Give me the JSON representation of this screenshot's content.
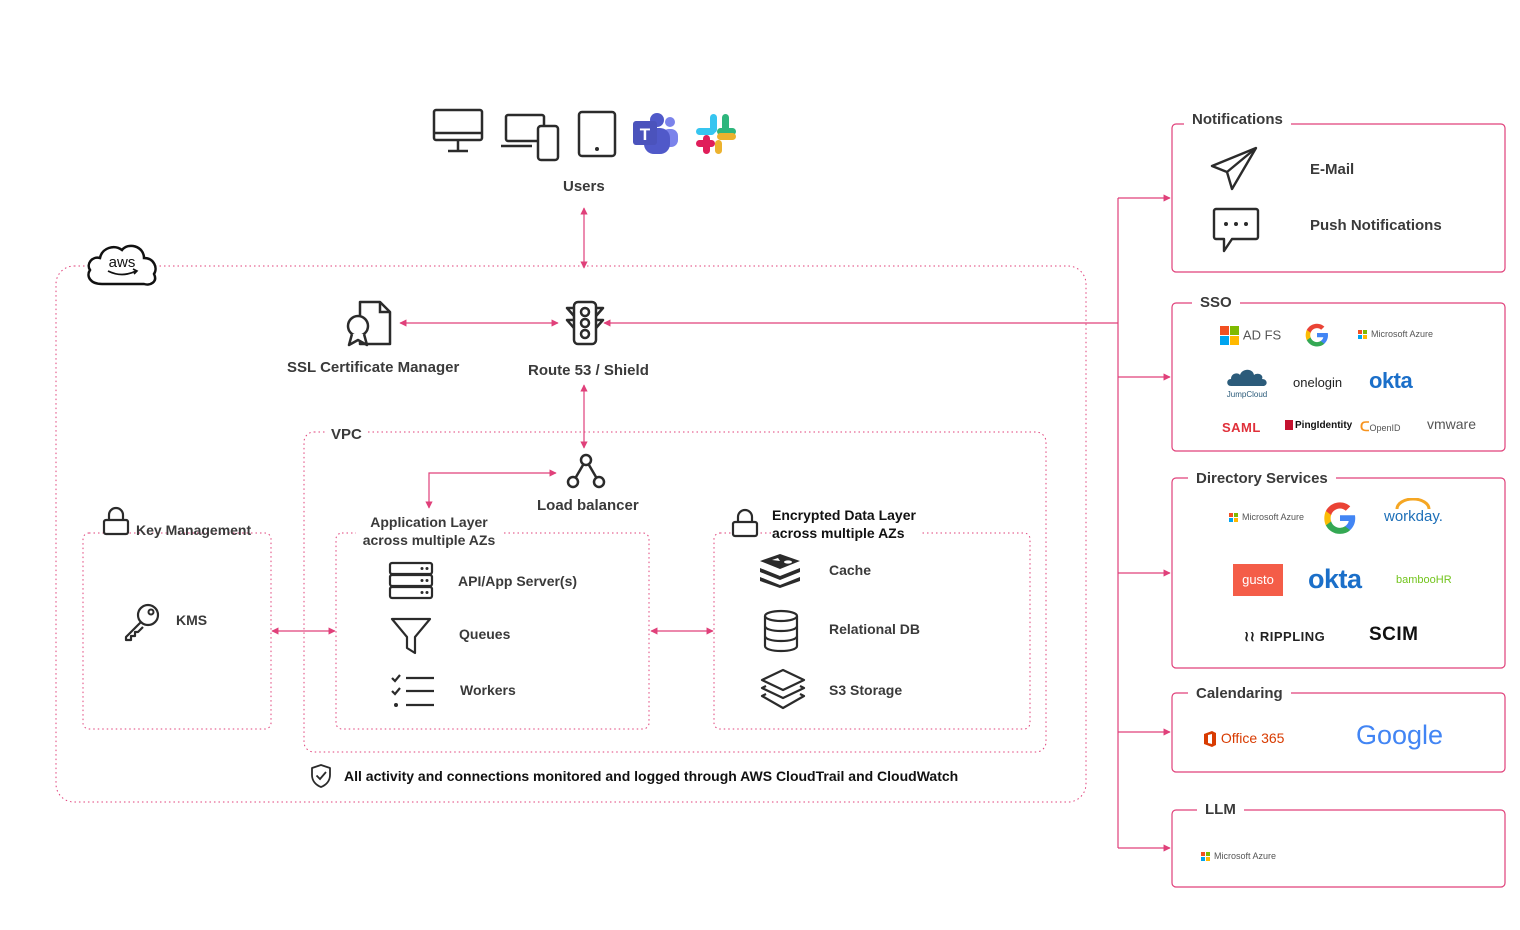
{
  "colors": {
    "accent": "#e0407a",
    "text": "#3a3a3a",
    "icon": "#2b2b2b"
  },
  "users": {
    "label": "Users",
    "icons": [
      "desktop-monitor-icon",
      "laptop-and-phone-icon",
      "tablet-icon",
      "microsoft-teams-icon",
      "slack-icon"
    ]
  },
  "aws": {
    "logo_text": "aws",
    "ssl_label": "SSL Certificate Manager",
    "route53_label": "Route 53 / Shield",
    "vpc_label": "VPC",
    "load_balancer_label": "Load balancer",
    "key_management_label": "Key Management",
    "kms_label": "KMS",
    "app_layer_label_1": "Application Layer",
    "app_layer_label_2": "across multiple AZs",
    "app_items": [
      "API/App Server(s)",
      "Queues",
      "Workers"
    ],
    "data_layer_label_1": "Encrypted Data Layer",
    "data_layer_label_2": "across multiple AZs",
    "data_items": [
      "Cache",
      "Relational DB",
      "S3 Storage"
    ],
    "footer": "All activity and connections monitored and logged through AWS CloudTrail and CloudWatch"
  },
  "panels": {
    "notifications": {
      "title": "Notifications",
      "items": [
        "E-Mail",
        "Push Notifications"
      ]
    },
    "sso": {
      "title": "SSO",
      "logos": [
        "AD FS",
        "G",
        "Microsoft Azure",
        "JumpCloud",
        "onelogin",
        "okta",
        "SAML",
        "PingIdentity",
        "OpenID",
        "vmware"
      ]
    },
    "directory": {
      "title": "Directory Services",
      "logos": [
        "Microsoft Azure",
        "G",
        "workday.",
        "gusto",
        "okta",
        "bambooHR",
        "RIPPLING",
        "SCIM"
      ]
    },
    "calendaring": {
      "title": "Calendaring",
      "logos": [
        "Office 365",
        "Google"
      ]
    },
    "llm": {
      "title": "LLM",
      "logos": [
        "Microsoft Azure"
      ]
    }
  }
}
